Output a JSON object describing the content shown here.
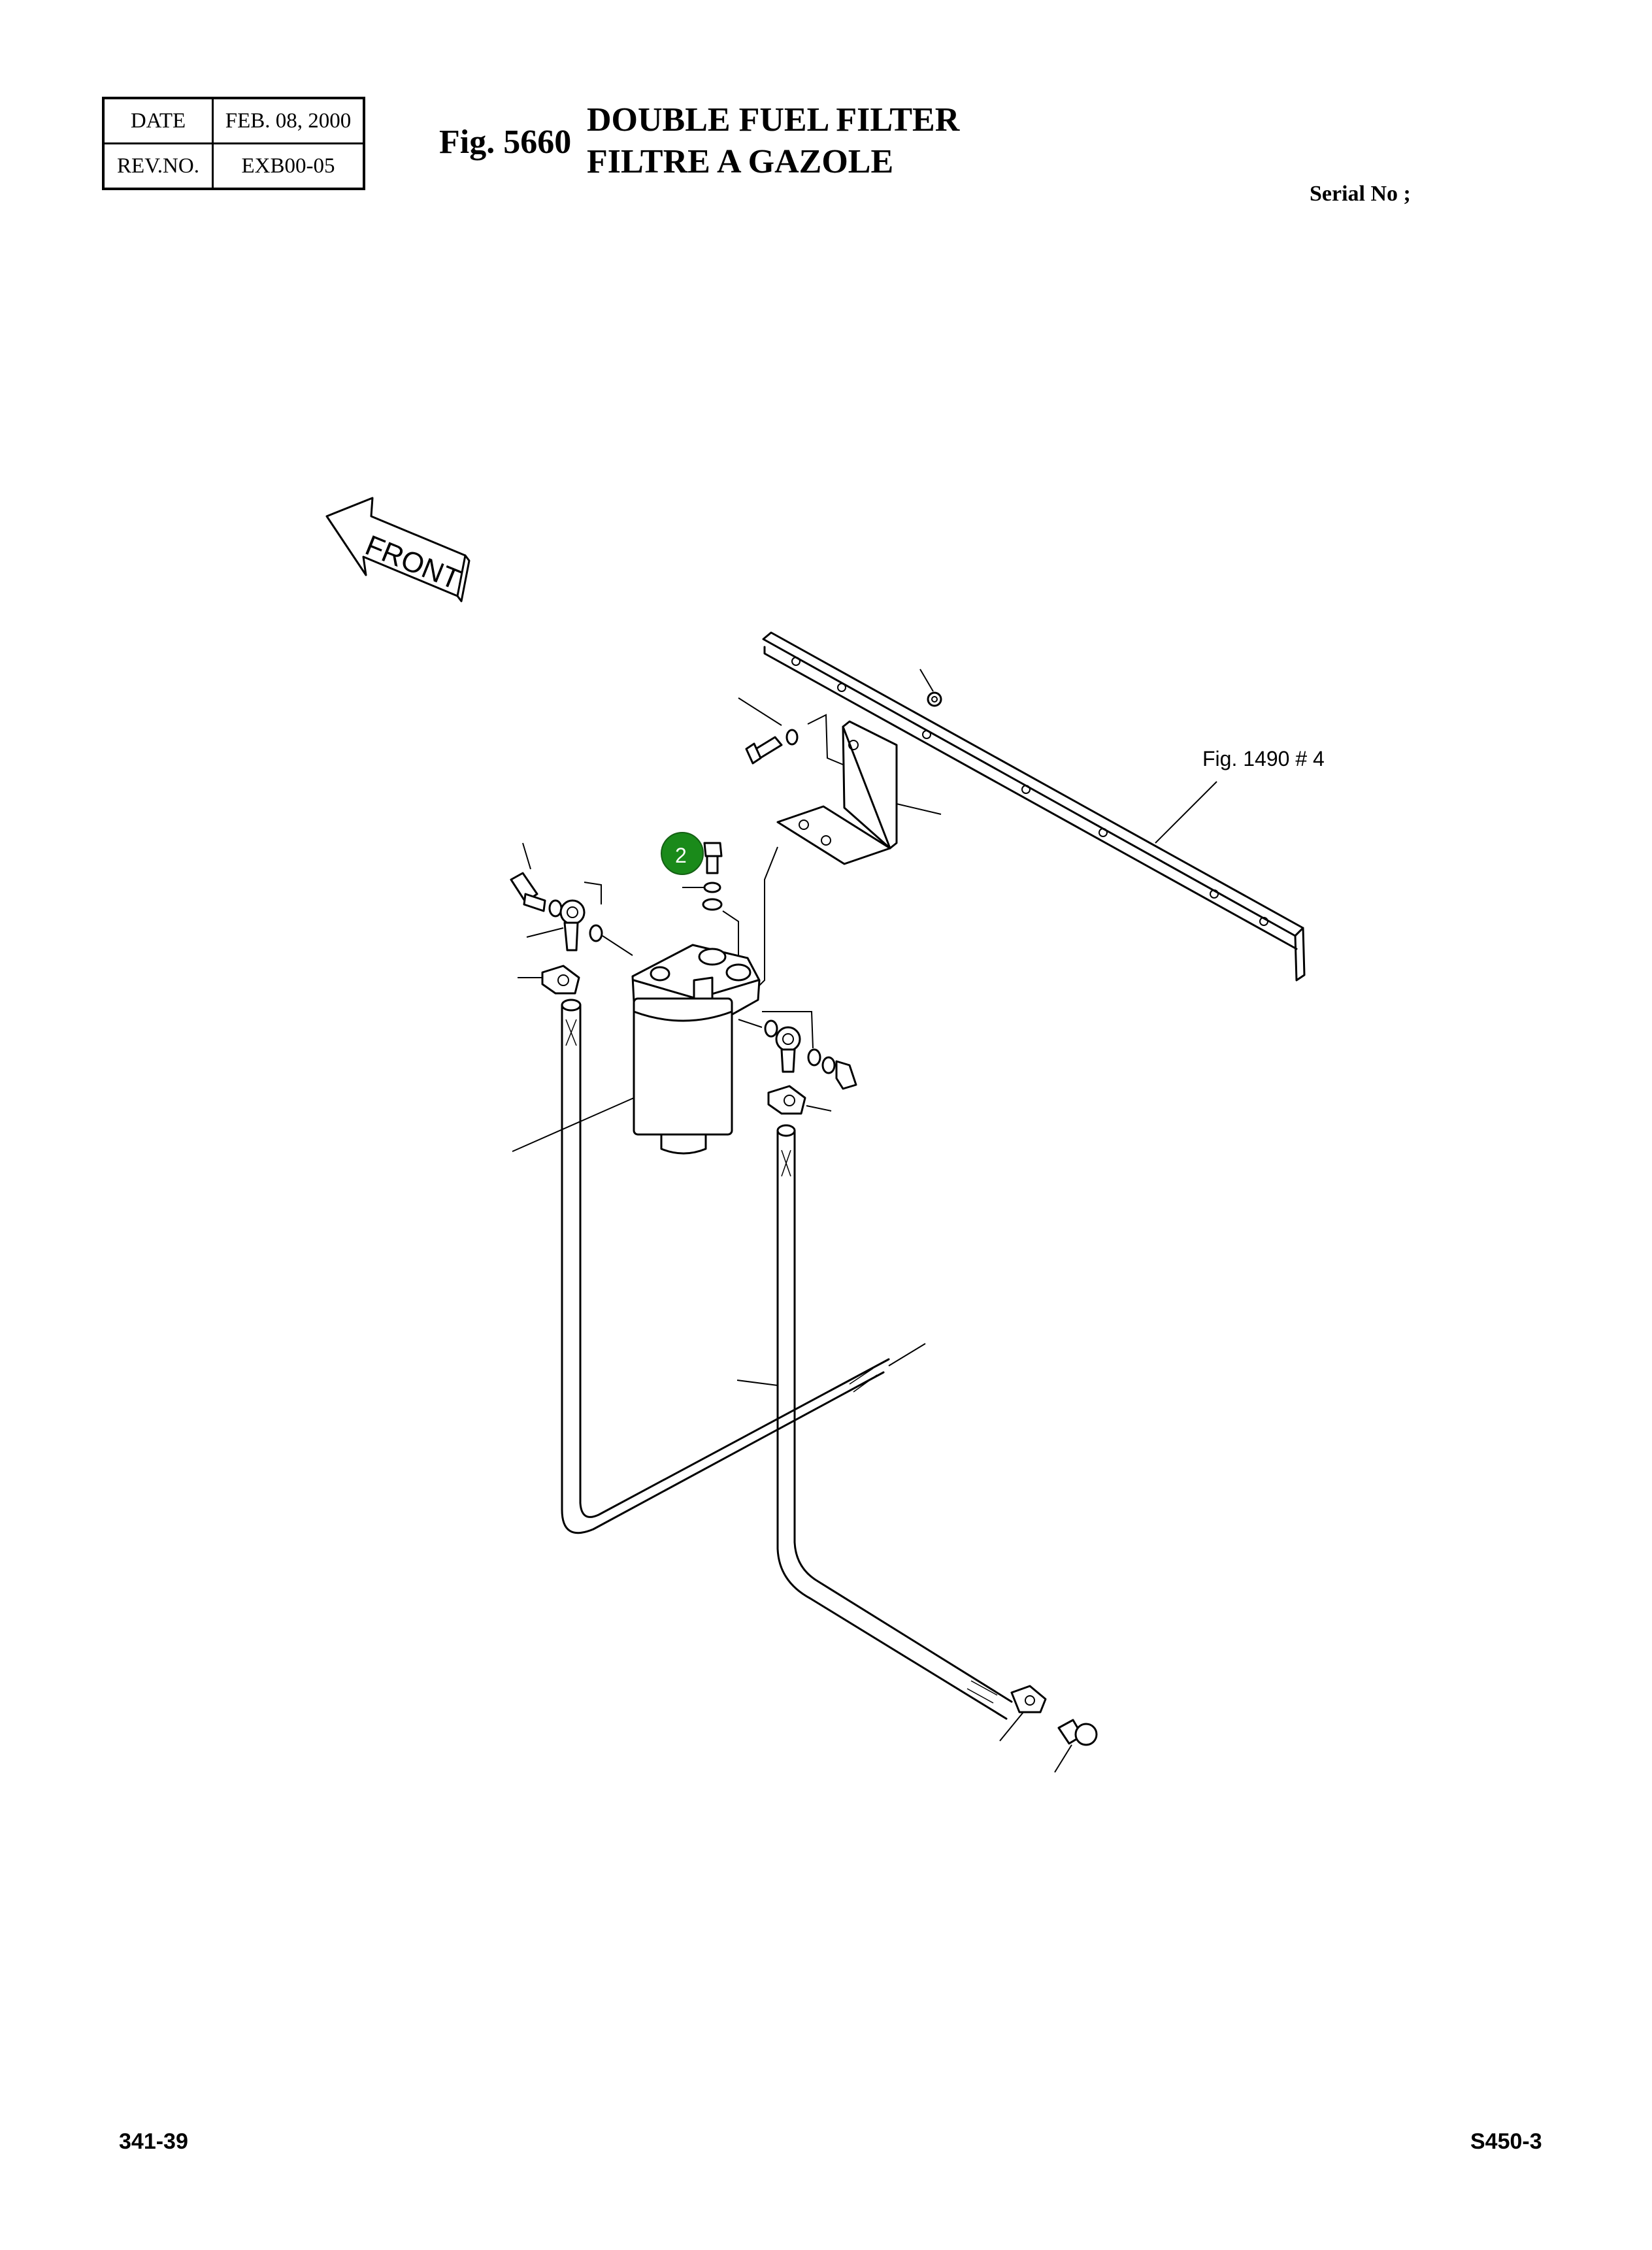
{
  "header": {
    "date_label": "DATE",
    "date_value": "FEB. 08, 2000",
    "rev_label": "REV.NO.",
    "rev_value": "EXB00-05",
    "fig_number": "Fig. 5660",
    "title_line1": "DOUBLE FUEL FILTER",
    "title_line2": "FILTRE A GAZOLE",
    "serial": "Serial No ;"
  },
  "diagram": {
    "front_label": "FRONT",
    "reference_label": "Fig. 1490  # 4",
    "callouts": [
      {
        "number": "2",
        "color": "#1a8a1a"
      }
    ]
  },
  "footer": {
    "page_code": "341-39",
    "model": "S450-3"
  }
}
